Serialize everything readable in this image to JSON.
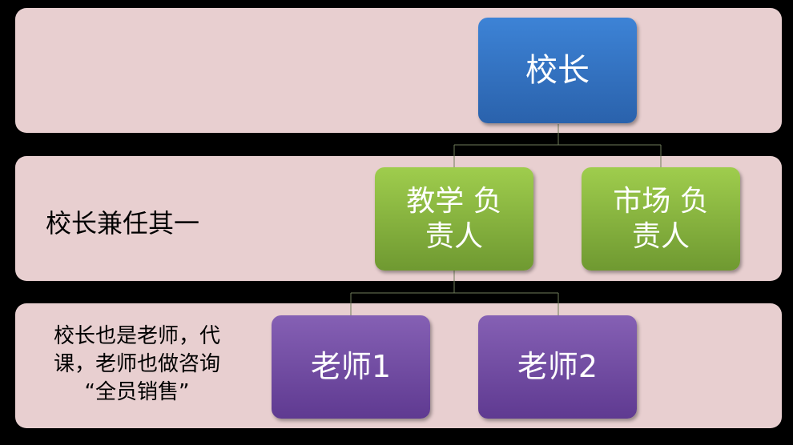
{
  "bands": [
    {
      "label": ""
    },
    {
      "label": "校长兼任其一"
    },
    {
      "label": "校长也是老师，代\n课，老师也做咨询\n“全员销售”"
    }
  ],
  "nodes": {
    "principal": "校长",
    "teaching_lead": "教学  负\n责人",
    "marketing_lead": "市场  负\n责人",
    "teacher1": "老师1",
    "teacher2": "老师2"
  },
  "colors": {
    "band": "#e8cfd0",
    "principal": "#2f6db9",
    "leads": "#8bb63f",
    "teachers": "#6f4aa2"
  }
}
